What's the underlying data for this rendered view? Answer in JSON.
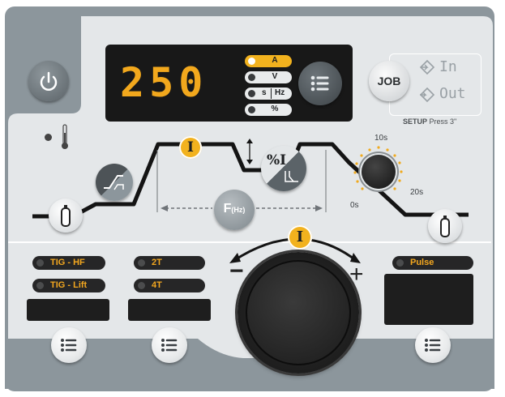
{
  "display": {
    "value": "250"
  },
  "units": [
    {
      "label": "A",
      "active": true
    },
    {
      "label": "V",
      "active": false
    },
    {
      "label": "s",
      "label2": "Hz",
      "active": false
    },
    {
      "label": "%",
      "active": false
    }
  ],
  "job": {
    "label": "JOB",
    "in_label": "In",
    "out_label": "Out"
  },
  "setup": {
    "label": "SETUP",
    "hint": "Press 3\""
  },
  "cycle": {
    "current_symbol": "I",
    "pulse_percent_label": "%I",
    "frequency_label": "F",
    "frequency_unit": "(Hz)",
    "timer_ticks": {
      "t0": "0s",
      "t10": "10s",
      "t20": "20s"
    }
  },
  "main_knob": {
    "current_symbol": "I",
    "minus": "−",
    "plus": "+"
  },
  "start_modes": [
    {
      "label": "TIG - HF"
    },
    {
      "label": "TIG - Lift"
    }
  ],
  "trigger_modes": [
    {
      "label": "2T"
    },
    {
      "label": "4T"
    }
  ],
  "pulse": {
    "label": "Pulse"
  },
  "colors": {
    "accent": "#f2b21e",
    "panel": "#e3e6e8",
    "dark": "#181818",
    "grey": "#8a949a"
  }
}
